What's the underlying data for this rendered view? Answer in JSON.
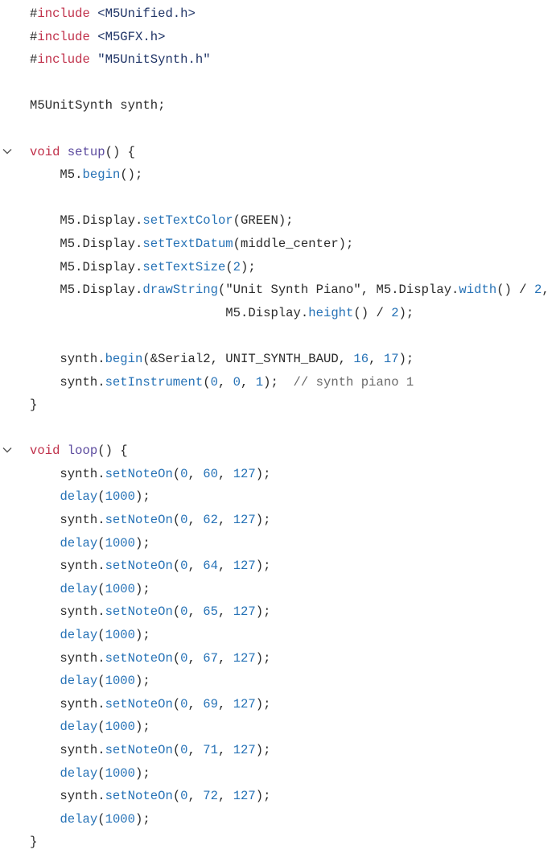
{
  "editor": {
    "lines": [
      {
        "fold": false,
        "tokens": [
          {
            "t": "#",
            "c": "pp"
          },
          {
            "t": "include",
            "c": "kw"
          },
          {
            "t": " <M5Unified.h>",
            "c": "inc"
          }
        ]
      },
      {
        "fold": false,
        "tokens": [
          {
            "t": "#",
            "c": "pp"
          },
          {
            "t": "include",
            "c": "kw"
          },
          {
            "t": " <M5GFX.h>",
            "c": "inc"
          }
        ]
      },
      {
        "fold": false,
        "tokens": [
          {
            "t": "#",
            "c": "pp"
          },
          {
            "t": "include",
            "c": "kw"
          },
          {
            "t": " \"M5UnitSynth.h\"",
            "c": "inc"
          }
        ]
      },
      {
        "fold": false,
        "tokens": []
      },
      {
        "fold": false,
        "tokens": [
          {
            "t": "M5UnitSynth synth;",
            "c": "tx"
          }
        ]
      },
      {
        "fold": false,
        "tokens": []
      },
      {
        "fold": true,
        "tokens": [
          {
            "t": "void",
            "c": "kw"
          },
          {
            "t": " ",
            "c": "tx"
          },
          {
            "t": "setup",
            "c": "fn"
          },
          {
            "t": "() {",
            "c": "tx"
          }
        ]
      },
      {
        "fold": false,
        "tokens": [
          {
            "t": "    M5.",
            "c": "tx"
          },
          {
            "t": "begin",
            "c": "call"
          },
          {
            "t": "();",
            "c": "tx"
          }
        ]
      },
      {
        "fold": false,
        "tokens": []
      },
      {
        "fold": false,
        "tokens": [
          {
            "t": "    M5.Display.",
            "c": "tx"
          },
          {
            "t": "setTextColor",
            "c": "call"
          },
          {
            "t": "(GREEN);",
            "c": "tx"
          }
        ]
      },
      {
        "fold": false,
        "tokens": [
          {
            "t": "    M5.Display.",
            "c": "tx"
          },
          {
            "t": "setTextDatum",
            "c": "call"
          },
          {
            "t": "(middle_center);",
            "c": "tx"
          }
        ]
      },
      {
        "fold": false,
        "tokens": [
          {
            "t": "    M5.Display.",
            "c": "tx"
          },
          {
            "t": "setTextSize",
            "c": "call"
          },
          {
            "t": "(",
            "c": "tx"
          },
          {
            "t": "2",
            "c": "num"
          },
          {
            "t": ");",
            "c": "tx"
          }
        ]
      },
      {
        "fold": false,
        "tokens": [
          {
            "t": "    M5.Display.",
            "c": "tx"
          },
          {
            "t": "drawString",
            "c": "call"
          },
          {
            "t": "(",
            "c": "tx"
          },
          {
            "t": "\"Unit Synth Piano\"",
            "c": "str"
          },
          {
            "t": ", M5.Display.",
            "c": "tx"
          },
          {
            "t": "width",
            "c": "call"
          },
          {
            "t": "() / ",
            "c": "tx"
          },
          {
            "t": "2",
            "c": "num"
          },
          {
            "t": ",",
            "c": "tx"
          }
        ]
      },
      {
        "fold": false,
        "tokens": [
          {
            "t": "                          M5.Display.",
            "c": "tx"
          },
          {
            "t": "height",
            "c": "call"
          },
          {
            "t": "() / ",
            "c": "tx"
          },
          {
            "t": "2",
            "c": "num"
          },
          {
            "t": ");",
            "c": "tx"
          }
        ]
      },
      {
        "fold": false,
        "tokens": []
      },
      {
        "fold": false,
        "tokens": [
          {
            "t": "    synth.",
            "c": "tx"
          },
          {
            "t": "begin",
            "c": "call"
          },
          {
            "t": "(&Serial2, UNIT_SYNTH_BAUD, ",
            "c": "tx"
          },
          {
            "t": "16",
            "c": "num"
          },
          {
            "t": ", ",
            "c": "tx"
          },
          {
            "t": "17",
            "c": "num"
          },
          {
            "t": ");",
            "c": "tx"
          }
        ]
      },
      {
        "fold": false,
        "tokens": [
          {
            "t": "    synth.",
            "c": "tx"
          },
          {
            "t": "setInstrument",
            "c": "call"
          },
          {
            "t": "(",
            "c": "tx"
          },
          {
            "t": "0",
            "c": "num"
          },
          {
            "t": ", ",
            "c": "tx"
          },
          {
            "t": "0",
            "c": "num"
          },
          {
            "t": ", ",
            "c": "tx"
          },
          {
            "t": "1",
            "c": "num"
          },
          {
            "t": ");  ",
            "c": "tx"
          },
          {
            "t": "// synth piano 1",
            "c": "cm"
          }
        ]
      },
      {
        "fold": false,
        "tokens": [
          {
            "t": "}",
            "c": "tx"
          }
        ]
      },
      {
        "fold": false,
        "tokens": []
      },
      {
        "fold": true,
        "tokens": [
          {
            "t": "void",
            "c": "kw"
          },
          {
            "t": " ",
            "c": "tx"
          },
          {
            "t": "loop",
            "c": "fn"
          },
          {
            "t": "() {",
            "c": "tx"
          }
        ]
      },
      {
        "fold": false,
        "tokens": [
          {
            "t": "    synth.",
            "c": "tx"
          },
          {
            "t": "setNoteOn",
            "c": "call"
          },
          {
            "t": "(",
            "c": "tx"
          },
          {
            "t": "0",
            "c": "num"
          },
          {
            "t": ", ",
            "c": "tx"
          },
          {
            "t": "60",
            "c": "num"
          },
          {
            "t": ", ",
            "c": "tx"
          },
          {
            "t": "127",
            "c": "num"
          },
          {
            "t": ");",
            "c": "tx"
          }
        ]
      },
      {
        "fold": false,
        "tokens": [
          {
            "t": "    ",
            "c": "tx"
          },
          {
            "t": "delay",
            "c": "call"
          },
          {
            "t": "(",
            "c": "tx"
          },
          {
            "t": "1000",
            "c": "num"
          },
          {
            "t": ");",
            "c": "tx"
          }
        ]
      },
      {
        "fold": false,
        "tokens": [
          {
            "t": "    synth.",
            "c": "tx"
          },
          {
            "t": "setNoteOn",
            "c": "call"
          },
          {
            "t": "(",
            "c": "tx"
          },
          {
            "t": "0",
            "c": "num"
          },
          {
            "t": ", ",
            "c": "tx"
          },
          {
            "t": "62",
            "c": "num"
          },
          {
            "t": ", ",
            "c": "tx"
          },
          {
            "t": "127",
            "c": "num"
          },
          {
            "t": ");",
            "c": "tx"
          }
        ]
      },
      {
        "fold": false,
        "tokens": [
          {
            "t": "    ",
            "c": "tx"
          },
          {
            "t": "delay",
            "c": "call"
          },
          {
            "t": "(",
            "c": "tx"
          },
          {
            "t": "1000",
            "c": "num"
          },
          {
            "t": ");",
            "c": "tx"
          }
        ]
      },
      {
        "fold": false,
        "tokens": [
          {
            "t": "    synth.",
            "c": "tx"
          },
          {
            "t": "setNoteOn",
            "c": "call"
          },
          {
            "t": "(",
            "c": "tx"
          },
          {
            "t": "0",
            "c": "num"
          },
          {
            "t": ", ",
            "c": "tx"
          },
          {
            "t": "64",
            "c": "num"
          },
          {
            "t": ", ",
            "c": "tx"
          },
          {
            "t": "127",
            "c": "num"
          },
          {
            "t": ");",
            "c": "tx"
          }
        ]
      },
      {
        "fold": false,
        "tokens": [
          {
            "t": "    ",
            "c": "tx"
          },
          {
            "t": "delay",
            "c": "call"
          },
          {
            "t": "(",
            "c": "tx"
          },
          {
            "t": "1000",
            "c": "num"
          },
          {
            "t": ");",
            "c": "tx"
          }
        ]
      },
      {
        "fold": false,
        "tokens": [
          {
            "t": "    synth.",
            "c": "tx"
          },
          {
            "t": "setNoteOn",
            "c": "call"
          },
          {
            "t": "(",
            "c": "tx"
          },
          {
            "t": "0",
            "c": "num"
          },
          {
            "t": ", ",
            "c": "tx"
          },
          {
            "t": "65",
            "c": "num"
          },
          {
            "t": ", ",
            "c": "tx"
          },
          {
            "t": "127",
            "c": "num"
          },
          {
            "t": ");",
            "c": "tx"
          }
        ]
      },
      {
        "fold": false,
        "tokens": [
          {
            "t": "    ",
            "c": "tx"
          },
          {
            "t": "delay",
            "c": "call"
          },
          {
            "t": "(",
            "c": "tx"
          },
          {
            "t": "1000",
            "c": "num"
          },
          {
            "t": ");",
            "c": "tx"
          }
        ]
      },
      {
        "fold": false,
        "tokens": [
          {
            "t": "    synth.",
            "c": "tx"
          },
          {
            "t": "setNoteOn",
            "c": "call"
          },
          {
            "t": "(",
            "c": "tx"
          },
          {
            "t": "0",
            "c": "num"
          },
          {
            "t": ", ",
            "c": "tx"
          },
          {
            "t": "67",
            "c": "num"
          },
          {
            "t": ", ",
            "c": "tx"
          },
          {
            "t": "127",
            "c": "num"
          },
          {
            "t": ");",
            "c": "tx"
          }
        ]
      },
      {
        "fold": false,
        "tokens": [
          {
            "t": "    ",
            "c": "tx"
          },
          {
            "t": "delay",
            "c": "call"
          },
          {
            "t": "(",
            "c": "tx"
          },
          {
            "t": "1000",
            "c": "num"
          },
          {
            "t": ");",
            "c": "tx"
          }
        ]
      },
      {
        "fold": false,
        "tokens": [
          {
            "t": "    synth.",
            "c": "tx"
          },
          {
            "t": "setNoteOn",
            "c": "call"
          },
          {
            "t": "(",
            "c": "tx"
          },
          {
            "t": "0",
            "c": "num"
          },
          {
            "t": ", ",
            "c": "tx"
          },
          {
            "t": "69",
            "c": "num"
          },
          {
            "t": ", ",
            "c": "tx"
          },
          {
            "t": "127",
            "c": "num"
          },
          {
            "t": ");",
            "c": "tx"
          }
        ]
      },
      {
        "fold": false,
        "tokens": [
          {
            "t": "    ",
            "c": "tx"
          },
          {
            "t": "delay",
            "c": "call"
          },
          {
            "t": "(",
            "c": "tx"
          },
          {
            "t": "1000",
            "c": "num"
          },
          {
            "t": ");",
            "c": "tx"
          }
        ]
      },
      {
        "fold": false,
        "tokens": [
          {
            "t": "    synth.",
            "c": "tx"
          },
          {
            "t": "setNoteOn",
            "c": "call"
          },
          {
            "t": "(",
            "c": "tx"
          },
          {
            "t": "0",
            "c": "num"
          },
          {
            "t": ", ",
            "c": "tx"
          },
          {
            "t": "71",
            "c": "num"
          },
          {
            "t": ", ",
            "c": "tx"
          },
          {
            "t": "127",
            "c": "num"
          },
          {
            "t": ");",
            "c": "tx"
          }
        ]
      },
      {
        "fold": false,
        "tokens": [
          {
            "t": "    ",
            "c": "tx"
          },
          {
            "t": "delay",
            "c": "call"
          },
          {
            "t": "(",
            "c": "tx"
          },
          {
            "t": "1000",
            "c": "num"
          },
          {
            "t": ");",
            "c": "tx"
          }
        ]
      },
      {
        "fold": false,
        "tokens": [
          {
            "t": "    synth.",
            "c": "tx"
          },
          {
            "t": "setNoteOn",
            "c": "call"
          },
          {
            "t": "(",
            "c": "tx"
          },
          {
            "t": "0",
            "c": "num"
          },
          {
            "t": ", ",
            "c": "tx"
          },
          {
            "t": "72",
            "c": "num"
          },
          {
            "t": ", ",
            "c": "tx"
          },
          {
            "t": "127",
            "c": "num"
          },
          {
            "t": ");",
            "c": "tx"
          }
        ]
      },
      {
        "fold": false,
        "tokens": [
          {
            "t": "    ",
            "c": "tx"
          },
          {
            "t": "delay",
            "c": "call"
          },
          {
            "t": "(",
            "c": "tx"
          },
          {
            "t": "1000",
            "c": "num"
          },
          {
            "t": ");",
            "c": "tx"
          }
        ]
      },
      {
        "fold": false,
        "tokens": [
          {
            "t": "}",
            "c": "tx"
          }
        ]
      }
    ]
  },
  "colors": {
    "keyword": "#c0304a",
    "function": "#5b4a9e",
    "call": "#2672b6",
    "number": "#2672b6",
    "include_path": "#1f3466",
    "comment": "#6a6a6a",
    "text": "#2b2b2b"
  }
}
